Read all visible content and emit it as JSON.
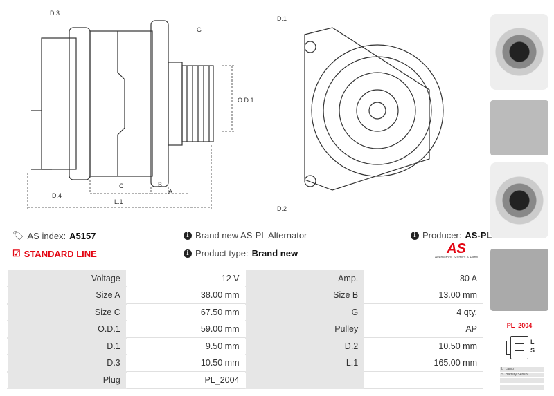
{
  "drawing": {
    "labels": {
      "d3": "D.3",
      "g": "G",
      "od1": "O.D.1",
      "d4": "D.4",
      "c": "C",
      "b": "B",
      "a": "A",
      "l1": "L.1",
      "d1": "D.1",
      "d2": "D.2"
    }
  },
  "info": {
    "as_index_label": "AS index:",
    "as_index_value": "A5157",
    "standard_line": "STANDARD LINE",
    "description": "Brand new AS-PL Alternator",
    "product_type_label": "Product type:",
    "product_type_value": "Brand new",
    "producer_label": "Producer:",
    "producer_value": "AS-PL",
    "logo_text": "AS",
    "logo_tagline": "Alternators, Starters & Parts"
  },
  "specs": [
    [
      "Voltage",
      "12 V",
      "Amp.",
      "80 A"
    ],
    [
      "Size A",
      "38.00 mm",
      "Size B",
      "13.00 mm"
    ],
    [
      "Size C",
      "67.50 mm",
      "G",
      "4 qty."
    ],
    [
      "O.D.1",
      "59.00 mm",
      "Pulley",
      "AP"
    ],
    [
      "D.1",
      "9.50 mm",
      "D.2",
      "10.50 mm"
    ],
    [
      "D.3",
      "10.50 mm",
      "L.1",
      "165.00 mm"
    ],
    [
      "Plug",
      "PL_2004",
      "",
      ""
    ]
  ],
  "plug": {
    "name": "PL_2004",
    "pins": [
      "L",
      "S"
    ],
    "legend": [
      [
        "L",
        "Lamp"
      ],
      [
        "S",
        "Battery Sensor"
      ]
    ]
  },
  "colors": {
    "accent": "#e30613",
    "label_bg": "#e6e6e6"
  }
}
